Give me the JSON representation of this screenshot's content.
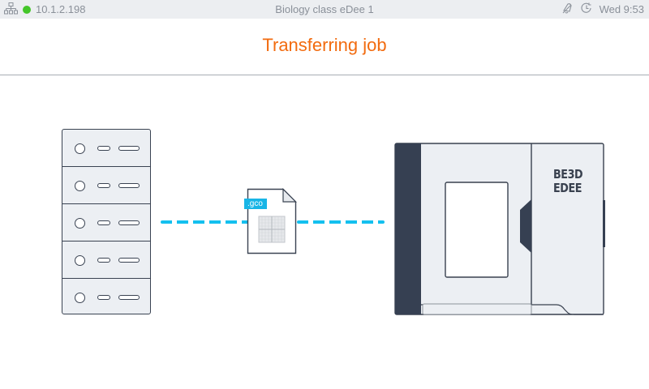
{
  "statusbar": {
    "network_icon": "network-icon",
    "connection_status_color": "#44c62a",
    "ip_address": "10.1.2.198",
    "printer_name": "Biology class eDee 1",
    "notification_icon": "bell-off-icon",
    "history_icon": "clock-history-icon",
    "clock": "Wed 9:53"
  },
  "header": {
    "title": "Transferring job",
    "title_color": "#f26b0f"
  },
  "illustration": {
    "server_units": 5,
    "file_extension": ".gco",
    "file_badge_color": "#18b5e6",
    "transfer_line_color": "#14c0ef",
    "printer_brand_line1": "BE3D",
    "printer_brand_line2": "EDEE"
  }
}
